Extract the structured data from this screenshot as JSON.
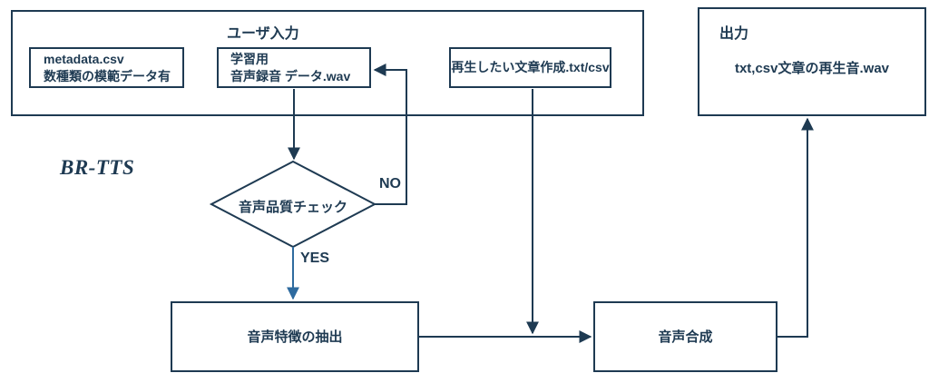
{
  "colors": {
    "line": "#1e3a52",
    "accent_yes_arrow": "#2e6b9f",
    "text": "#1e3a52",
    "background": "#ffffff"
  },
  "diagram": {
    "brand": "BR-TTS",
    "user_input": {
      "title": "ユーザ入力",
      "metadata_box": {
        "line1": "metadata.csv",
        "line2": "数種類の模範データ有"
      },
      "training_box": {
        "line1": "学習用",
        "line2": "音声録音 データ.wav"
      },
      "playback_box": {
        "label": "再生したい文章作成.txt/csv"
      }
    },
    "output": {
      "title": "出力",
      "file": "txt,csv文章の再生音.wav"
    },
    "quality_check": {
      "label": "音声品質チェック",
      "no_label": "NO",
      "yes_label": "YES"
    },
    "feature_extraction": {
      "label": "音声特徴の抽出"
    },
    "synthesis": {
      "label": "音声合成"
    }
  }
}
